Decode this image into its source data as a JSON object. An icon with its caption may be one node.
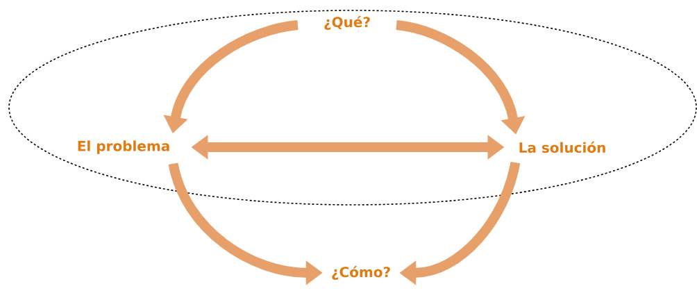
{
  "diagram": {
    "nodes": [
      {
        "text": [
          "¿Qué?"
        ]
      },
      {
        "text": [
          "El problema"
        ]
      },
      {
        "text": [
          "La solución"
        ]
      },
      {
        "text": [
          "¿Cómo?"
        ]
      }
    ],
    "edges": [
      {
        "from": 0,
        "to": 1,
        "arrow": "to"
      },
      {
        "from": 0,
        "to": 2,
        "arrow": "to"
      },
      {
        "from": 1,
        "to": 3,
        "arrow": "to"
      },
      {
        "from": 2,
        "to": 3,
        "arrow": "to"
      },
      {
        "from": 1,
        "to": 2,
        "arrow": "both"
      }
    ]
  }
}
